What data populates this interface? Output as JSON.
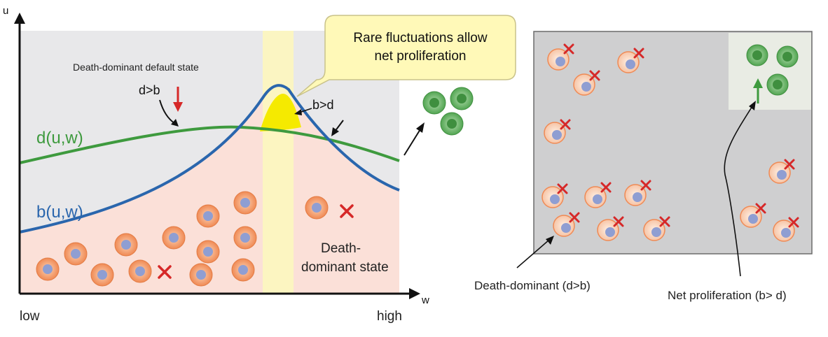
{
  "axes": {
    "y_label": "u",
    "x_label": "w",
    "x_low": "low",
    "x_high": "high"
  },
  "left_panel": {
    "region_top_label": "Death-dominant default state",
    "d_gt_b": "d>b",
    "b_gt_d": "b>d",
    "curve_d_label": "d(u,w)",
    "curve_b_label": "b(u,w)",
    "death_state_line1": "Death-",
    "death_state_line2": "dominant state",
    "callout_line1": "Rare fluctuations allow",
    "callout_line2": "net proliferation"
  },
  "right_panel": {
    "label_death": "Death-dominant (d>b)",
    "label_prolif": "Net proliferation (b> d)"
  },
  "colors": {
    "grey_region": "#e9e9ea",
    "pink_region": "#fbe0d8",
    "highlight_band": "#fcf6c0",
    "fluctuation_fill": "#f5ea00",
    "curve_d": "#3e9a3e",
    "curve_b": "#2a66ad",
    "cell_orange": "#f4a072",
    "cell_nucleus": "#8f9ed2",
    "cell_green": "#5fae5f",
    "cross_red": "#d62828",
    "callout_bg": "#fff9b8",
    "right_box": "#cfcfd0"
  }
}
